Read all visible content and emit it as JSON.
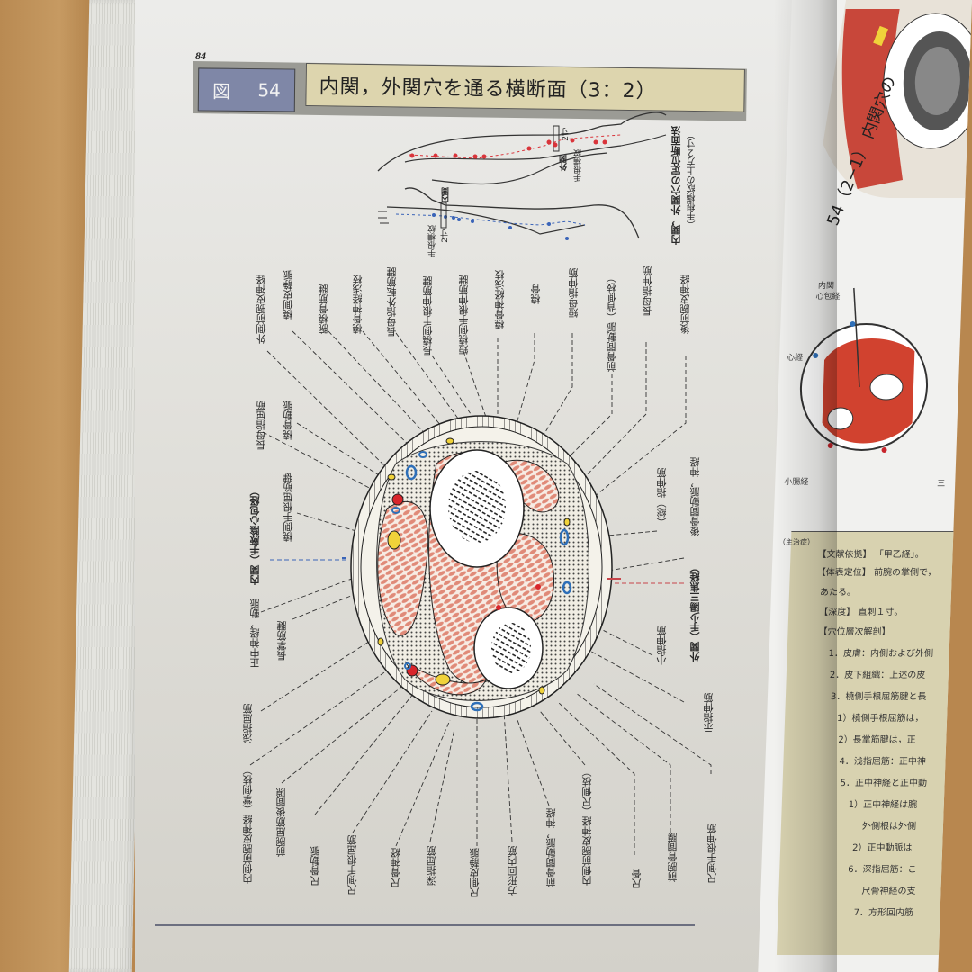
{
  "book": {
    "page_number": "84",
    "figure": {
      "label": "図",
      "number": "54",
      "title": "内関，外関穴を通る横断面（3：2）"
    },
    "arm_diagram": {
      "caption_main": "内関，外関穴の定位断面法",
      "caption_sub": "（手根横紋の上方２寸）",
      "labels": {
        "waikan": "外関",
        "naikan": "内関",
        "wrist_crease_top": "手根横紋",
        "wrist_crease_bottom": "手根横紋",
        "two_sun_top": "2寸",
        "two_sun_bottom": "2寸"
      },
      "colors": {
        "yang_points": "#d9353b",
        "yin_points": "#3a64b8"
      }
    },
    "labels_top": [
      "外側前腕皮神経",
      "橈側皮静脈",
      "腕橈骨筋腱",
      "橈骨神経浅枝",
      "長母指外転筋腱",
      "長橈側手根伸筋腱",
      "短橈側手根伸筋腱",
      "橈骨神経浅枝",
      "橈骨",
      "短母指伸筋",
      "前骨間動脈（背側枝）",
      "長母指伸筋",
      "後前腕皮神経"
    ],
    "labels_left": [
      "長母指屈筋",
      "橈骨動脈",
      "橈側手根屈筋腱",
      "内関（手厥陰心包経）",
      "正中神経，動脈",
      "長掌筋腱",
      "浅指屈筋"
    ],
    "labels_right": [
      "（総）指伸筋",
      "後骨間動脈，神経",
      "外関（手少陽三焦経）",
      "小指伸筋",
      "示指伸筋"
    ],
    "labels_bottom": [
      "内側前腕皮神経（掌側枝）",
      "前腕屈筋後間隙",
      "尺骨動脈",
      "尺側手根屈筋",
      "尺骨神経",
      "深指屈筋",
      "尺側皮静脈",
      "方形回内筋",
      "前骨間動脈，神経",
      "内側前腕皮神経（尺側枝）",
      "尺骨",
      "前腕骨間膜",
      "尺側手根伸筋"
    ],
    "colors": {
      "muscle": "#e08a78",
      "nerve": "#f0d23a",
      "artery": "#d9252c",
      "vein": "#2e6fb8",
      "figure_badge": "#7f87a7",
      "title_bg": "#ddd5ae"
    }
  },
  "right_page": {
    "figure_caption": "54（2−1）",
    "figure_title_partial": "内関穴の",
    "inset_labels": [
      "内関",
      "心包経",
      "心経",
      "小腸経",
      "三"
    ],
    "side_tab": "（主治症）",
    "text_lines": [
      "【文献依拠】 「甲乙経」。",
      "【体表定位】 前腕の掌側で，",
      "あたる。",
      "【深度】 直刺１寸。",
      "【穴位層次解剖】",
      "1．皮膚：内側および外側",
      "2．皮下組織：上述の皮",
      "3．橈側手根屈筋腱と長",
      "1）橈側手根屈筋は，",
      "2）長掌筋腱は，正",
      "4．浅指屈筋：正中神",
      "5．正中神経と正中動",
      "1）正中神経は腕",
      "外側根は外側",
      "2）正中動脈は",
      "6．深指屈筋：こ",
      "尺骨神経の支",
      "7．方形回内筋"
    ]
  }
}
